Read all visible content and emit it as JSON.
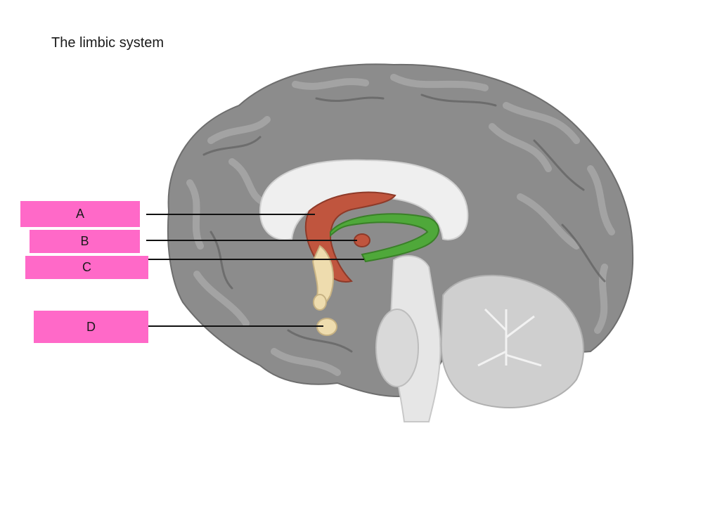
{
  "title": "The limbic system",
  "labels": {
    "a": "A",
    "b": "B",
    "c": "C",
    "d": "D"
  },
  "colors": {
    "label_fill": "#ff69c8",
    "brain_gray": "#8a8a8a",
    "limbic_red": "#c0553e",
    "fornix_green": "#4fa83a",
    "hippocampus_cream": "#eedcae"
  }
}
